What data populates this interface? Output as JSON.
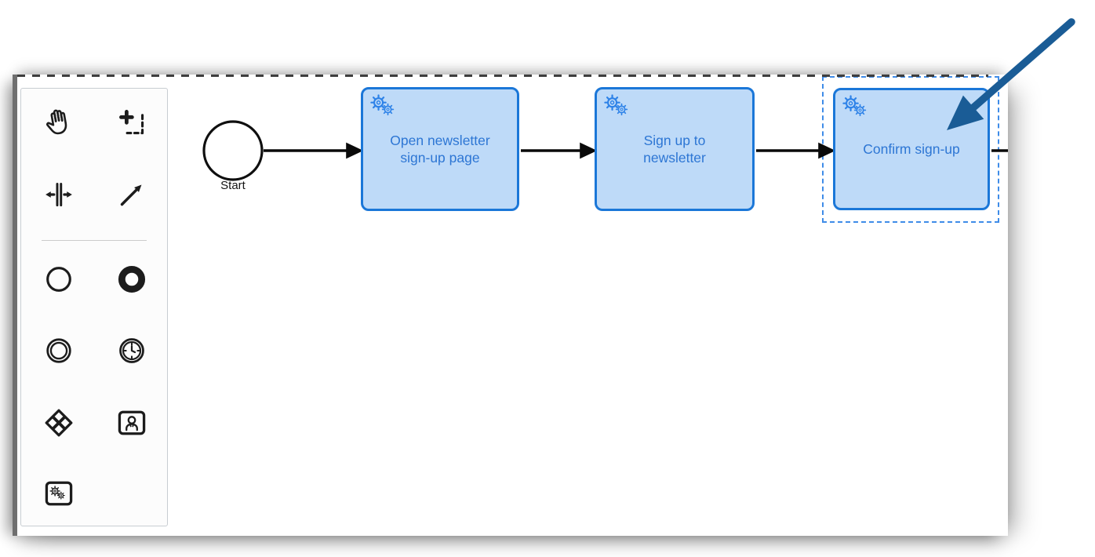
{
  "editor": {
    "kind": "BPMN process diagram canvas"
  },
  "palette": {
    "tools": [
      {
        "name": "hand-tool"
      },
      {
        "name": "lasso-tool"
      },
      {
        "name": "space-tool"
      },
      {
        "name": "global-connect-tool"
      },
      {
        "name": "create-start-event"
      },
      {
        "name": "create-end-event"
      },
      {
        "name": "create-intermediate-event"
      },
      {
        "name": "create-timer-event"
      },
      {
        "name": "create-gateway"
      },
      {
        "name": "create-user-task"
      },
      {
        "name": "create-service-task"
      }
    ]
  },
  "diagram": {
    "start_event": {
      "label": "Start"
    },
    "tasks": [
      {
        "type": "service-task",
        "label": "Open newsletter sign-up page",
        "lines": [
          "Open newsletter",
          "sign-up page"
        ],
        "selected": false
      },
      {
        "type": "service-task",
        "label": "Sign up to newsletter",
        "lines": [
          "Sign up to",
          "newsletter"
        ],
        "selected": false
      },
      {
        "type": "service-task",
        "label": "Confirm sign-up",
        "lines": [
          "Confirm sign-up"
        ],
        "selected": true
      }
    ],
    "flows": [
      {
        "from": "start-event",
        "to": "task 1"
      },
      {
        "from": "task 1",
        "to": "task 2"
      },
      {
        "from": "task 2",
        "to": "task 3"
      },
      {
        "from": "task 3",
        "to": "cut off at right edge"
      }
    ]
  },
  "annotation": {
    "type": "arrow-callout",
    "points_to": "Confirm sign-up task",
    "color": "#1a5c96"
  },
  "colors": {
    "task_fill": "#bedaf8",
    "task_stroke": "#1b77d8",
    "task_text": "#2d76d4",
    "task_icon": "#2f83e8",
    "selection_stroke": "#3f8ce8",
    "flow_stroke": "#000000",
    "palette_icon": "#1c1c1c",
    "annotation_arrow": "#1a5c96"
  }
}
